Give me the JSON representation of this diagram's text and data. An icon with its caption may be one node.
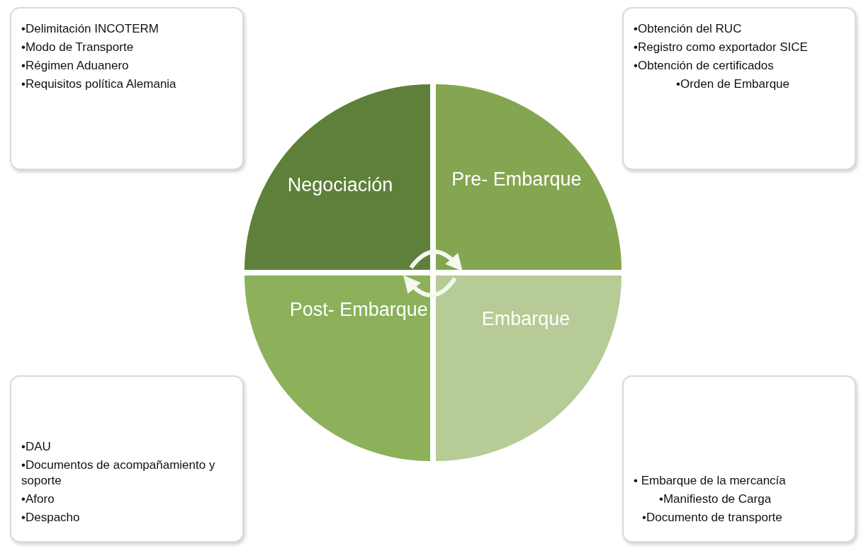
{
  "diagram": {
    "nodes": [
      {
        "text": [
          "•Delimitación INCOTERM",
          "•Modo de Transporte",
          "•Régimen Aduanero",
          "•Requisitos política  Alemania"
        ]
      },
      {
        "text": [
          "•Obtención del RUC",
          "•Registro como exportador SICE",
          "•Obtención de certificados",
          "•Orden de Embarque"
        ]
      },
      {
        "text": [
          "Negociación"
        ]
      },
      {
        "text": [
          "Pre- Embarque"
        ]
      },
      {
        "text": [
          "Post- Embarque"
        ]
      },
      {
        "text": [
          "Embarque"
        ]
      },
      {
        "text": [
          "•DAU",
          "•Documentos de acompañamiento y soporte",
          "•Aforo",
          "•Despacho"
        ]
      },
      {
        "text": [
          "• Embarque de la mercancía",
          "•Manifiesto de Carga",
          "•Documento de transporte"
        ]
      }
    ],
    "edges": [
      {
        "from": 2,
        "to": 3,
        "arrow": "to"
      },
      {
        "from": 5,
        "to": 4,
        "arrow": "to"
      }
    ]
  }
}
